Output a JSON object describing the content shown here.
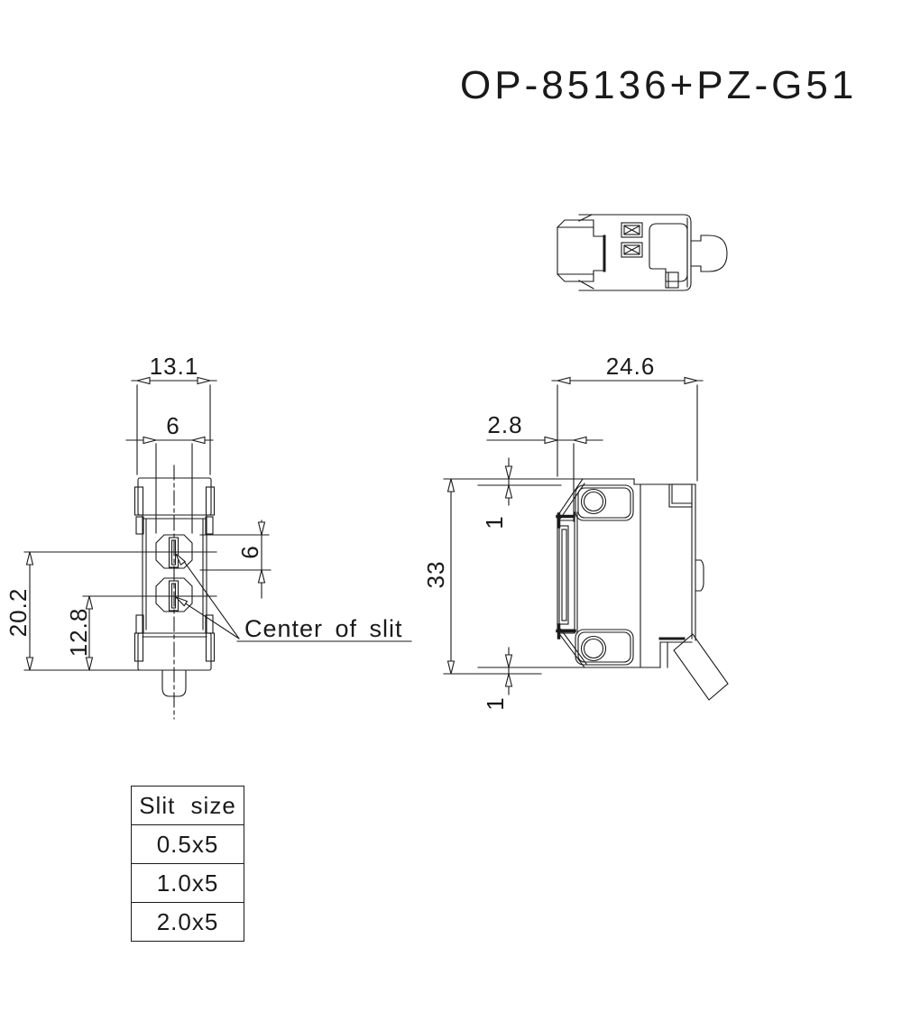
{
  "title": "OP-85136+PZ-G51",
  "front_view": {
    "width": "13.1",
    "slit_guide_width": "6",
    "slit_length": "6",
    "upper_slit_center_height": "20.2",
    "lower_slit_center_height": "12.8",
    "note": "Center of slit"
  },
  "side_view": {
    "depth": "24.6",
    "front_offset": "2.8",
    "top_offset": "1",
    "height": "33",
    "bottom_offset": "1"
  },
  "slit_table": {
    "header": "Slit size",
    "rows": [
      "0.5x5",
      "1.0x5",
      "2.0x5"
    ]
  },
  "colors": {
    "line": "#1a1a1a",
    "background": "#ffffff"
  }
}
